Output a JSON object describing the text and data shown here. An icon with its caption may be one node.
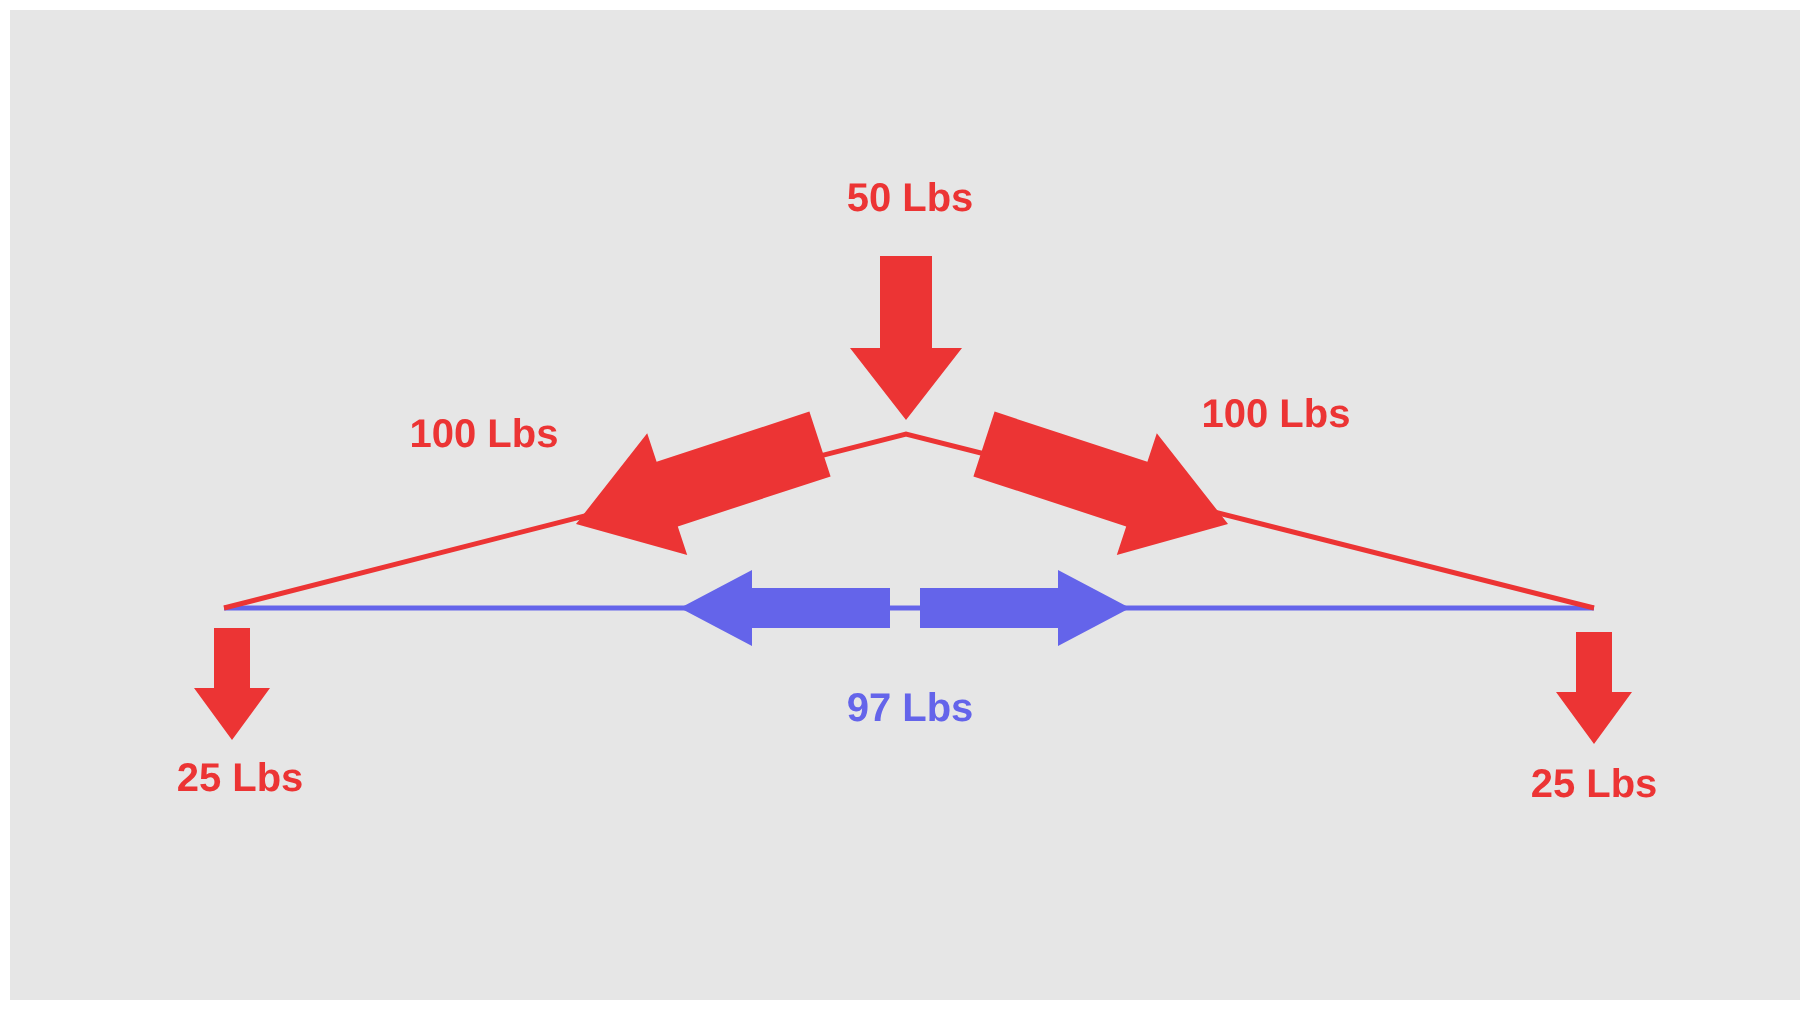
{
  "diagram": {
    "labels": [
      "50 Lbs",
      "100 Lbs",
      "100 Lbs",
      "25 Lbs",
      "97 Lbs",
      "25 Lbs"
    ]
  }
}
